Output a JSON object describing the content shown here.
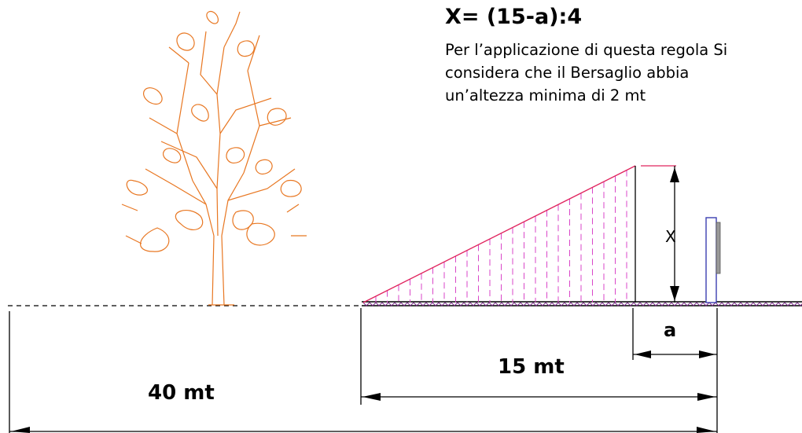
{
  "formula": "X= (15-a):4",
  "note_lines": [
    "Per l’applicazione di questa regola Si",
    "considera che il Bersaglio abbia",
    "un’altezza minima di 2 mt"
  ],
  "labels": {
    "height_marker": "X",
    "distance_a": "a",
    "distance_15": "15 mt",
    "distance_40": "40 mt"
  },
  "colors": {
    "tree": "#e87722",
    "triangle_edge": "#e0245e",
    "hatch": "#d946c8",
    "target": "#3b3fb0",
    "ground_marks": "#7a2a8a",
    "line": "#000000"
  },
  "icons": {
    "tree": "tree-icon",
    "target": "target-icon"
  }
}
